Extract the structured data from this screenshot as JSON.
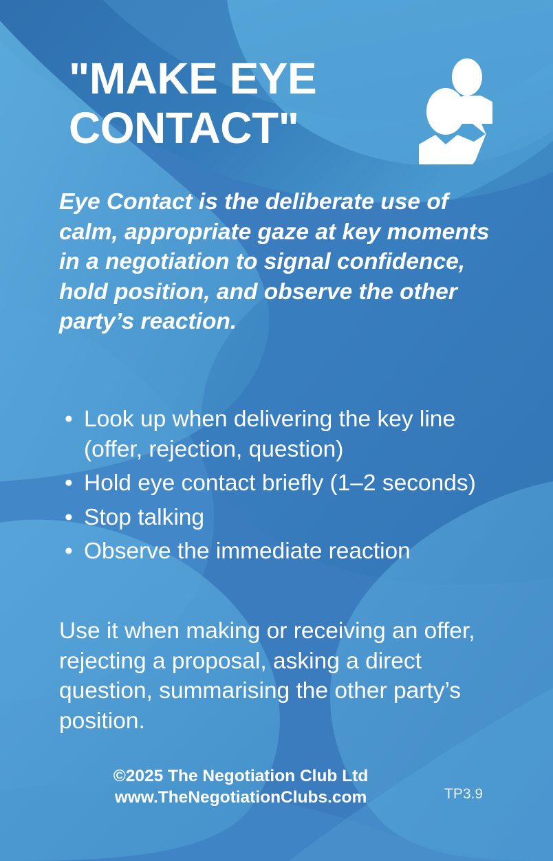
{
  "card": {
    "title": "\"MAKE EYE\nCONTACT\"",
    "icon": "two-people-conversation-icon",
    "background_color": "#3b7cbf",
    "text_color": "#ffffff",
    "accent_light": "#58a5db",
    "accent_dark": "#2f6fae"
  },
  "definition": "Eye Contact is the deliberate use of calm, appropriate gaze at key moments in a negotiation to signal confidence, hold position, and observe the other party’s reaction.",
  "bullets": [
    "Look up when delivering the key line (offer, rejection, question)",
    "Hold eye contact briefly (1–2 seconds)",
    "Stop talking",
    "Observe the immediate reaction"
  ],
  "closing": "Use it when making or receiving an offer, rejecting a proposal, asking a direct question, summarising the other party’s position.",
  "footer": {
    "copyright": "©2025 The Negotiation Club Ltd",
    "website": "www.TheNegotiationClubs.com",
    "code": "TP3.9"
  }
}
